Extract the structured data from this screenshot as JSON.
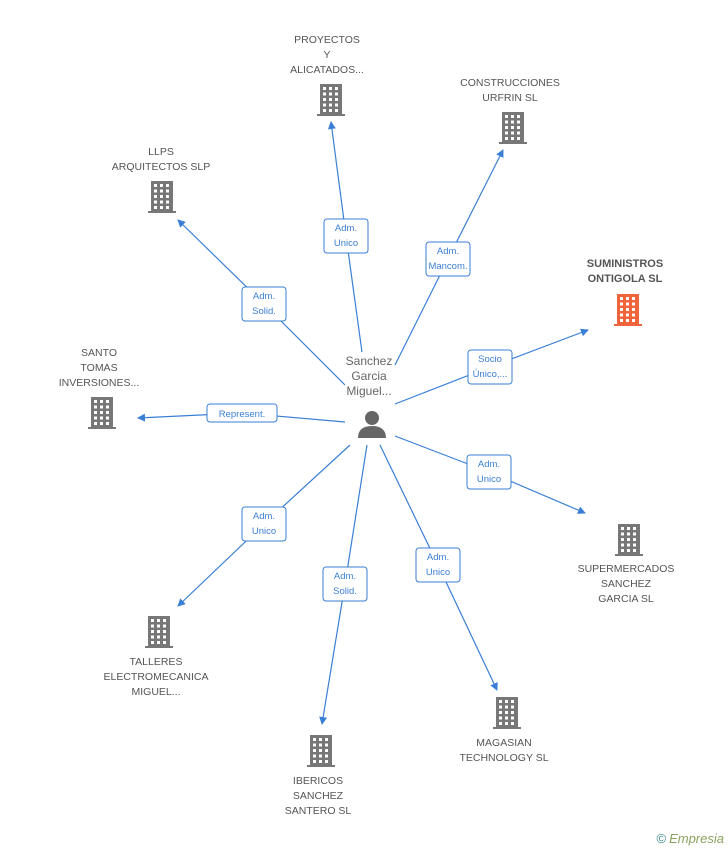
{
  "center": {
    "label_lines": [
      "Sanchez",
      "Garcia",
      "Miguel..."
    ],
    "icon": "person-icon"
  },
  "companies": [
    {
      "id": "proyectos",
      "label_lines": [
        "PROYECTOS",
        "Y",
        "ALICATADOS..."
      ],
      "highlight": false,
      "icon": "building-icon"
    },
    {
      "id": "construcciones",
      "label_lines": [
        "CONSTRUCCIONES",
        "URFRIN SL"
      ],
      "highlight": false,
      "icon": "building-icon"
    },
    {
      "id": "llps",
      "label_lines": [
        "LLPS",
        "ARQUITECTOS SLP"
      ],
      "highlight": false,
      "icon": "building-icon"
    },
    {
      "id": "suministros",
      "label_lines": [
        "SUMINISTROS",
        "ONTIGOLA SL"
      ],
      "highlight": true,
      "icon": "building-icon"
    },
    {
      "id": "santo",
      "label_lines": [
        "SANTO",
        "TOMAS",
        "INVERSIONES..."
      ],
      "highlight": false,
      "icon": "building-icon"
    },
    {
      "id": "supermercados",
      "label_lines": [
        "SUPERMERCADOS",
        "SANCHEZ",
        "GARCIA SL"
      ],
      "highlight": false,
      "icon": "building-icon"
    },
    {
      "id": "talleres",
      "label_lines": [
        "TALLERES",
        "ELECTROMECANICA",
        "MIGUEL..."
      ],
      "highlight": false,
      "icon": "building-icon"
    },
    {
      "id": "ibericos",
      "label_lines": [
        "IBERICOS",
        "SANCHEZ",
        "SANTERO SL"
      ],
      "highlight": false,
      "icon": "building-icon"
    },
    {
      "id": "magasian",
      "label_lines": [
        "MAGASIAN",
        "TECHNOLOGY SL"
      ],
      "highlight": false,
      "icon": "building-icon"
    }
  ],
  "edges": [
    {
      "to": "proyectos",
      "label_lines": [
        "Adm.",
        "Unico"
      ]
    },
    {
      "to": "construcciones",
      "label_lines": [
        "Adm.",
        "Mancom."
      ]
    },
    {
      "to": "llps",
      "label_lines": [
        "Adm.",
        "Solid."
      ]
    },
    {
      "to": "suministros",
      "label_lines": [
        "Socio",
        "Único,..."
      ]
    },
    {
      "to": "santo",
      "label_lines": [
        "Represent."
      ]
    },
    {
      "to": "supermercados",
      "label_lines": [
        "Adm.",
        "Unico"
      ]
    },
    {
      "to": "talleres",
      "label_lines": [
        "Adm.",
        "Unico"
      ]
    },
    {
      "to": "ibericos",
      "label_lines": [
        "Adm.",
        "Solid."
      ]
    },
    {
      "to": "magasian",
      "label_lines": [
        "Adm.",
        "Unico"
      ]
    }
  ],
  "colors": {
    "edge": "#3a7fd5",
    "building": "#777777",
    "highlight": "#f0643c",
    "person": "#666666"
  },
  "footer": {
    "copyright": "©",
    "brand": "Empresia"
  }
}
